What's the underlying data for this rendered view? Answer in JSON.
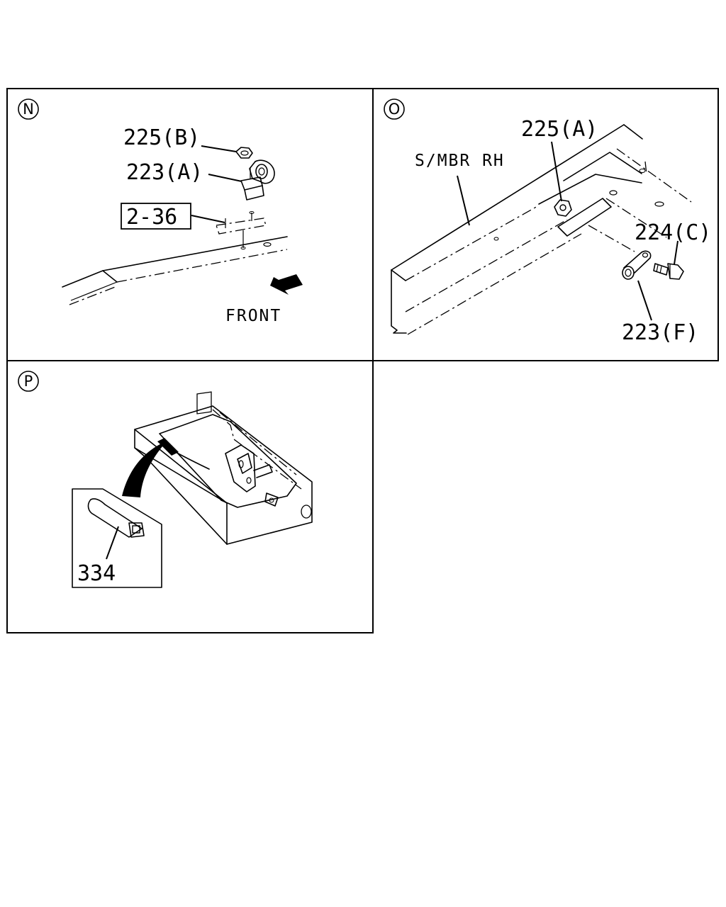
{
  "panels": {
    "N": {
      "letter": "N",
      "callouts": {
        "nut": "225(B)",
        "bracket": "223(A)",
        "ref": "2-36",
        "direction": "FRONT"
      }
    },
    "O": {
      "letter": "O",
      "callouts": {
        "member": "S/MBR RH",
        "nut": "225(A)",
        "bolt": "224(C)",
        "clip": "223(F)"
      }
    },
    "P": {
      "letter": "P",
      "callouts": {
        "seal": "334"
      }
    }
  },
  "colors": {
    "ink": "#000000",
    "paper": "#ffffff"
  }
}
